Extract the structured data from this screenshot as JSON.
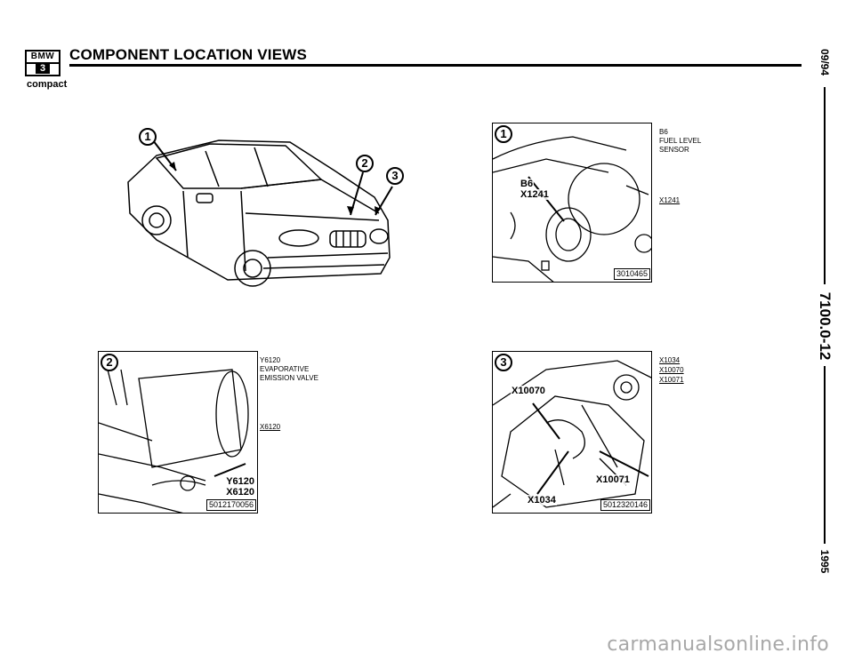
{
  "header": {
    "logo_top": "BMW",
    "logo_bottom": "3",
    "logo_sub": "compact",
    "title": "COMPONENT LOCATION VIEWS"
  },
  "side_strip": {
    "date": "09/94",
    "page": "7100.0-12",
    "year": "1995"
  },
  "panels": {
    "car": {
      "callouts": [
        "1",
        "2",
        "3"
      ]
    },
    "fuel": {
      "callout": "1",
      "labels": [
        "B6",
        "X1241"
      ],
      "figure_number": "3010465",
      "legend_title": [
        "B6",
        "FUEL LEVEL",
        "SENSOR"
      ],
      "legend_ref": "X1241"
    },
    "evap": {
      "callout": "2",
      "labels": [
        "Y6120",
        "X6120"
      ],
      "figure_number": "5012170056",
      "legend_title": [
        "Y6120",
        "EVAPORATIVE",
        "EMISSION VALVE"
      ],
      "legend_ref": "X6120"
    },
    "engine": {
      "callout": "3",
      "labels": [
        "X10070",
        "X10071",
        "X1034"
      ],
      "figure_number": "5012320146",
      "legend_refs": [
        "X1034",
        "X10070",
        "X10071"
      ]
    }
  },
  "footer": {
    "watermark": "carmanualsonline.info"
  }
}
